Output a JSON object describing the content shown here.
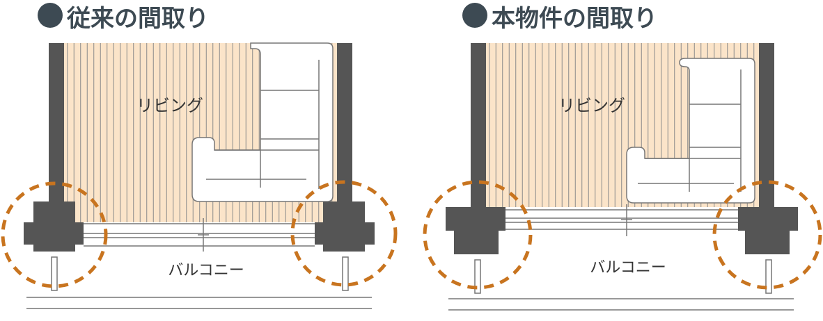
{
  "colors": {
    "title_text": "#3d4a53",
    "bullet": "#3d4a53",
    "wall": "#555555",
    "floor": "#fbe4c9",
    "floor_line": "#8a8a8a",
    "furniture_stroke": "#777777",
    "highlight_dash": "#c8741f",
    "label_text": "#333333"
  },
  "panels": [
    {
      "id": "conventional",
      "title": "従来の間取り",
      "room_label": "リビング",
      "balcony_label": "バルコニー"
    },
    {
      "id": "this-property",
      "title": "本物件の間取り",
      "room_label": "リビング",
      "balcony_label": "バルコニー"
    }
  ]
}
